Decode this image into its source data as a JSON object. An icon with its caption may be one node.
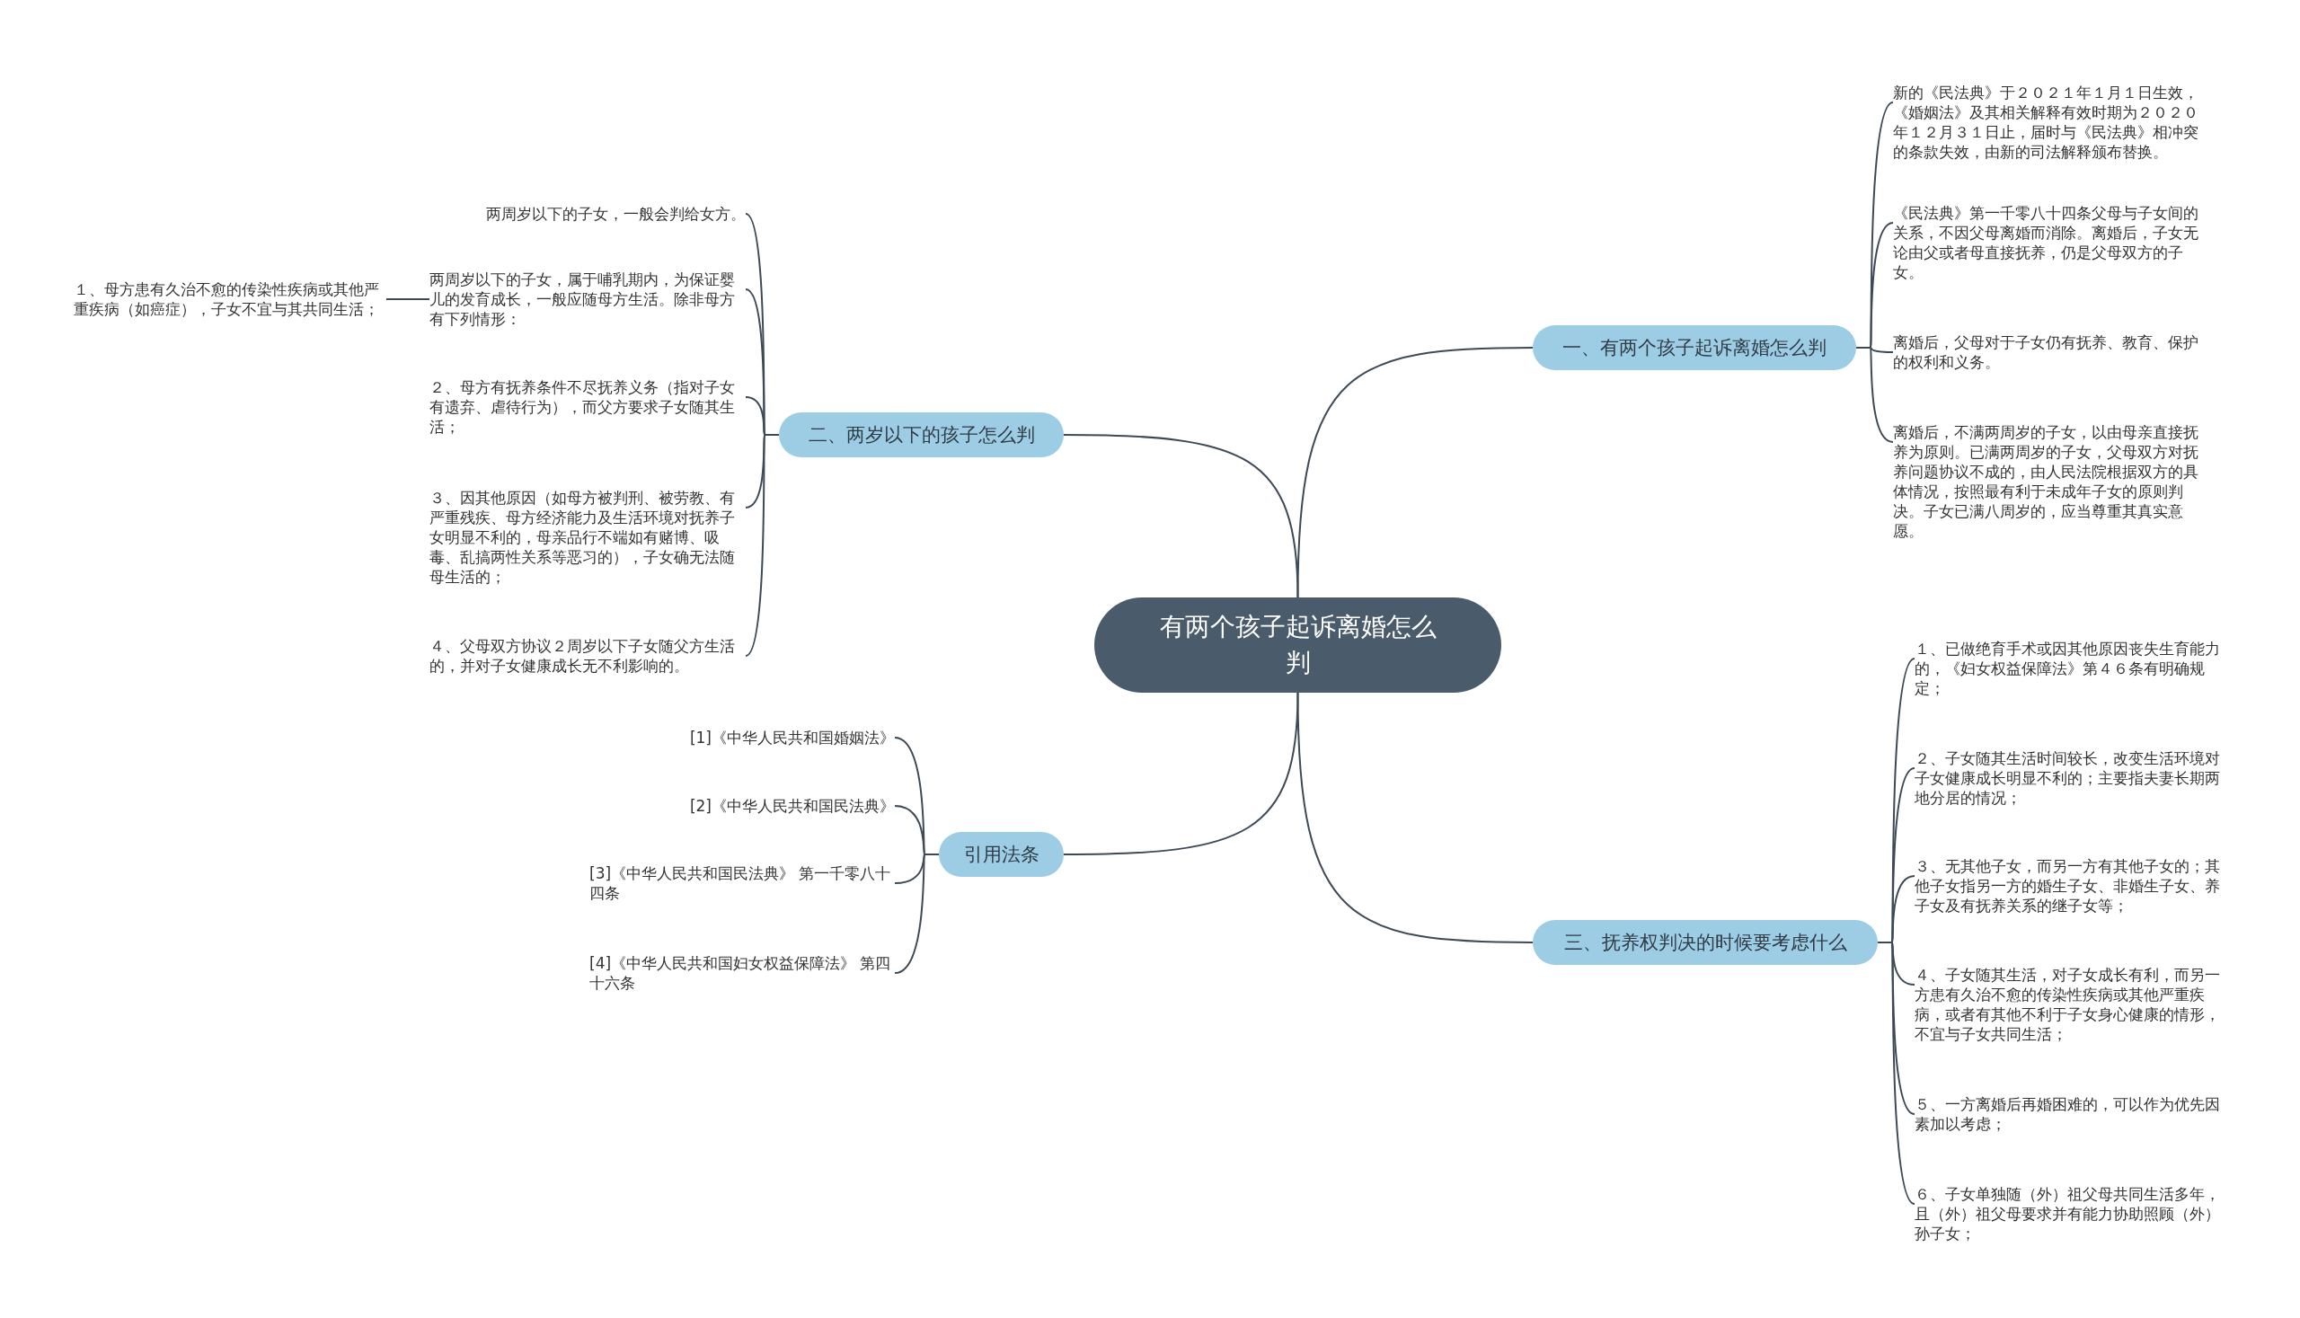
{
  "diagram": {
    "nodes": [
      {
        "text": [
          "有两个孩子起诉离婚怎么判"
        ]
      },
      {
        "text": [
          "一、有两个孩子起诉离婚怎么判"
        ]
      },
      {
        "text": [
          "新的《民法典》于２０２１年１月１日生效，《婚姻法》及其相关解释有效时期为２０２０年１２月３１日止，届时与《民法典》相冲突的条款失效，由新的司法解释颁布替换。"
        ]
      },
      {
        "text": [
          "《民法典》第一千零八十四条父母与子女间的关系，不因父母离婚而消除。离婚后，子女无论由父或者母直接抚养，仍是父母双方的子女。"
        ]
      },
      {
        "text": [
          "离婚后，父母对于子女仍有抚养、教育、保护的权利和义务。"
        ]
      },
      {
        "text": [
          "离婚后，不满两周岁的子女，以由母亲直接抚养为原则。已满两周岁的子女，父母双方对抚养问题协议不成的，由人民法院根据双方的具体情况，按照最有利于未成年子女的原则判决。子女已满八周岁的，应当尊重其真实意愿。"
        ]
      },
      {
        "text": [
          "二、两岁以下的孩子怎么判"
        ]
      },
      {
        "text": [
          "两周岁以下的子女，一般会判给女方。"
        ]
      },
      {
        "text": [
          "两周岁以下的子女，属于哺乳期内，为保证婴儿的发育成长，一般应随母方生活。除非母方有下列情形："
        ]
      },
      {
        "text": [
          "１、母方患有久治不愈的传染性疾病或其他严重疾病（如癌症），子女不宜与其共同生活；"
        ]
      },
      {
        "text": [
          "２、母方有抚养条件不尽抚养义务（指对子女有遗弃、虐待行为），而父方要求子女随其生活；"
        ]
      },
      {
        "text": [
          "３、因其他原因（如母方被判刑、被劳教、有严重残疾、母方经济能力及生活环境对抚养子女明显不利的，母亲品行不端如有赌博、吸毒、乱搞两性关系等恶习的），子女确无法随母生活的；"
        ]
      },
      {
        "text": [
          "４、父母双方协议２周岁以下子女随父方生活的，并对子女健康成长无不利影响的。"
        ]
      },
      {
        "text": [
          "引用法条"
        ]
      },
      {
        "text": [
          "[1]《中华人民共和国婚姻法》"
        ]
      },
      {
        "text": [
          "[2]《中华人民共和国民法典》"
        ]
      },
      {
        "text": [
          "[3]《中华人民共和国民法典》 第一千零八十四条"
        ]
      },
      {
        "text": [
          "[4]《中华人民共和国妇女权益保障法》 第四十六条"
        ]
      },
      {
        "text": [
          "三、抚养权判决的时候要考虑什么"
        ]
      },
      {
        "text": [
          "１、已做绝育手术或因其他原因丧失生育能力的，《妇女权益保障法》第４６条有明确规定；"
        ]
      },
      {
        "text": [
          "２、子女随其生活时间较长，改变生活环境对子女健康成长明显不利的；主要指夫妻长期两地分居的情况；"
        ]
      },
      {
        "text": [
          "３、无其他子女，而另一方有其他子女的；其他子女指另一方的婚生子女、非婚生子女、养子女及有抚养关系的继子女等；"
        ]
      },
      {
        "text": [
          "４、子女随其生活，对子女成长有利，而另一方患有久治不愈的传染性疾病或其他严重疾病，或者有其他不利于子女身心健康的情形，不宜与子女共同生活；"
        ]
      },
      {
        "text": [
          "５、一方离婚后再婚困难的，可以作为优先因素加以考虑；"
        ]
      },
      {
        "text": [
          "６、子女单独随（外）祖父母共同生活多年，且（外）祖父母要求并有能力协助照顾（外）孙子女；"
        ]
      }
    ],
    "edges": [
      {
        "from": 0,
        "to": 1,
        "arrow": "none"
      },
      {
        "from": 1,
        "to": 2,
        "arrow": "none"
      },
      {
        "from": 1,
        "to": 3,
        "arrow": "none"
      },
      {
        "from": 1,
        "to": 4,
        "arrow": "none"
      },
      {
        "from": 1,
        "to": 5,
        "arrow": "none"
      },
      {
        "from": 0,
        "to": 6,
        "arrow": "none"
      },
      {
        "from": 6,
        "to": 7,
        "arrow": "none"
      },
      {
        "from": 6,
        "to": 8,
        "arrow": "none"
      },
      {
        "from": 8,
        "to": 9,
        "arrow": "none"
      },
      {
        "from": 6,
        "to": 10,
        "arrow": "none"
      },
      {
        "from": 6,
        "to": 11,
        "arrow": "none"
      },
      {
        "from": 6,
        "to": 12,
        "arrow": "none"
      },
      {
        "from": 0,
        "to": 13,
        "arrow": "none"
      },
      {
        "from": 13,
        "to": 14,
        "arrow": "none"
      },
      {
        "from": 13,
        "to": 15,
        "arrow": "none"
      },
      {
        "from": 13,
        "to": 16,
        "arrow": "none"
      },
      {
        "from": 13,
        "to": 17,
        "arrow": "none"
      },
      {
        "from": 0,
        "to": 18,
        "arrow": "none"
      },
      {
        "from": 18,
        "to": 19,
        "arrow": "none"
      },
      {
        "from": 18,
        "to": 20,
        "arrow": "none"
      },
      {
        "from": 18,
        "to": 21,
        "arrow": "none"
      },
      {
        "from": 18,
        "to": 22,
        "arrow": "none"
      },
      {
        "from": 18,
        "to": 23,
        "arrow": "none"
      },
      {
        "from": 18,
        "to": 24,
        "arrow": "none"
      }
    ]
  }
}
